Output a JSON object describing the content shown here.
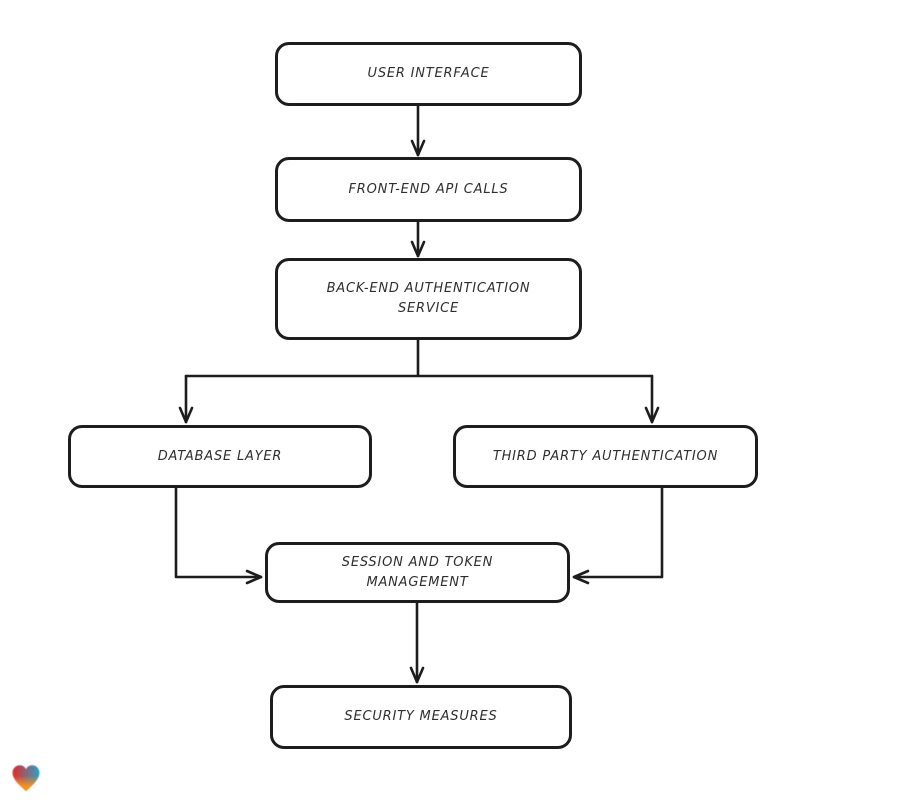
{
  "canvas": {
    "background": "#ffffff",
    "stroke_color": "#1d1d1d",
    "node_fill": "#ffffff",
    "text_color": "#2e2e2e"
  },
  "diagram": {
    "type": "flowchart",
    "nodes": {
      "user_interface": {
        "label": "USER INTERFACE"
      },
      "front_end_api_calls": {
        "label": "FRONT-END API CALLS"
      },
      "back_end_auth_service": {
        "label": "BACK-END AUTHENTICATION SERVICE"
      },
      "database_layer": {
        "label": "DATABASE LAYER"
      },
      "third_party_auth": {
        "label": "THIRD PARTY AUTHENTICATION"
      },
      "session_token_mgmt": {
        "label": "SESSION AND TOKEN MANAGEMENT"
      },
      "security_measures": {
        "label": "SECURITY MEASURES"
      }
    },
    "edges": [
      {
        "from": "user_interface",
        "to": "front_end_api_calls"
      },
      {
        "from": "front_end_api_calls",
        "to": "back_end_auth_service"
      },
      {
        "from": "back_end_auth_service",
        "to": "database_layer"
      },
      {
        "from": "back_end_auth_service",
        "to": "third_party_auth"
      },
      {
        "from": "database_layer",
        "to": "session_token_mgmt"
      },
      {
        "from": "third_party_auth",
        "to": "session_token_mgmt"
      },
      {
        "from": "session_token_mgmt",
        "to": "security_measures"
      }
    ]
  },
  "logo": {
    "name": "heart-logo",
    "colors": {
      "left": "#e42328",
      "right": "#1ea3cf",
      "bottom": "#f7941d"
    }
  }
}
